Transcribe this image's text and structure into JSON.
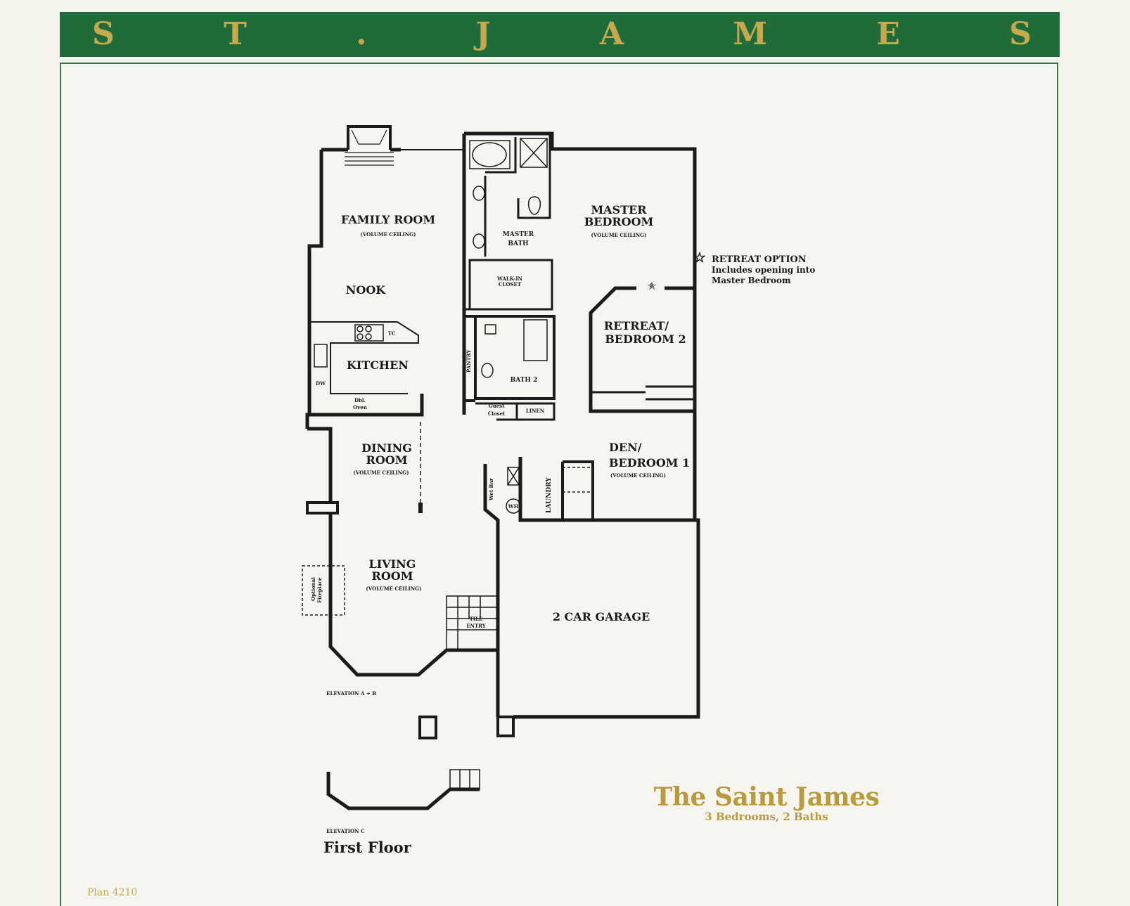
{
  "banner": {
    "letters": [
      "S",
      "T",
      ".",
      "J",
      "A",
      "M",
      "E",
      "S"
    ]
  },
  "colors": {
    "banner_green": "#1f6b3a",
    "gold": "#c6a94f",
    "ink": "#1b1b1b",
    "paper": "#f4f3ec"
  },
  "rooms": {
    "family_room": "FAMILY ROOM",
    "family_room_note": "(VOLUME CEILING)",
    "nook": "NOOK",
    "kitchen": "KITCHEN",
    "master_bedroom_1": "MASTER",
    "master_bedroom_2": "BEDROOM",
    "master_bedroom_note": "(VOLUME CEILING)",
    "master_bath_1": "MASTER",
    "master_bath_2": "BATH",
    "walkin_closet_1": "WALK-IN",
    "walkin_closet_2": "CLOSET",
    "retreat_1": "RETREAT/",
    "retreat_2": "BEDROOM 2",
    "bath2": "BATH 2",
    "pantry": "PANTRY",
    "guest_closet_1": "Guest",
    "guest_closet_2": "Closet",
    "linen": "LINEN",
    "dining_1": "DINING",
    "dining_2": "ROOM",
    "dining_note": "(VOLUME CEILING)",
    "den_1": "DEN/",
    "den_2": "BEDROOM 1",
    "den_note": "(VOLUME CEILING)",
    "laundry": "LAUNDRY",
    "wet_bar": "Wet Bar",
    "water_heater": "WH",
    "living_1": "LIVING",
    "living_2": "ROOM",
    "living_note": "(VOLUME CEILING)",
    "fireplace_1": "Optional",
    "fireplace_2": "Fireplace",
    "tile_entry_1": "TILE",
    "tile_entry_2": "ENTRY",
    "garage": "2 CAR GARAGE",
    "dw": "DW",
    "tc": "TC",
    "oven_1": "Dbl.",
    "oven_2": "Oven",
    "retreat_marker": "R"
  },
  "elevations": {
    "ab": "ELEVATION A + B",
    "c": "ELEVATION C"
  },
  "note": {
    "title": "RETREAT OPTION",
    "line1": "Includes opening into",
    "line2": "Master Bedroom"
  },
  "brand": {
    "title": "The Saint James",
    "subtitle": "3 Bedrooms, 2 Baths"
  },
  "floor_label": "First Floor",
  "plan_number": "Plan 4210"
}
